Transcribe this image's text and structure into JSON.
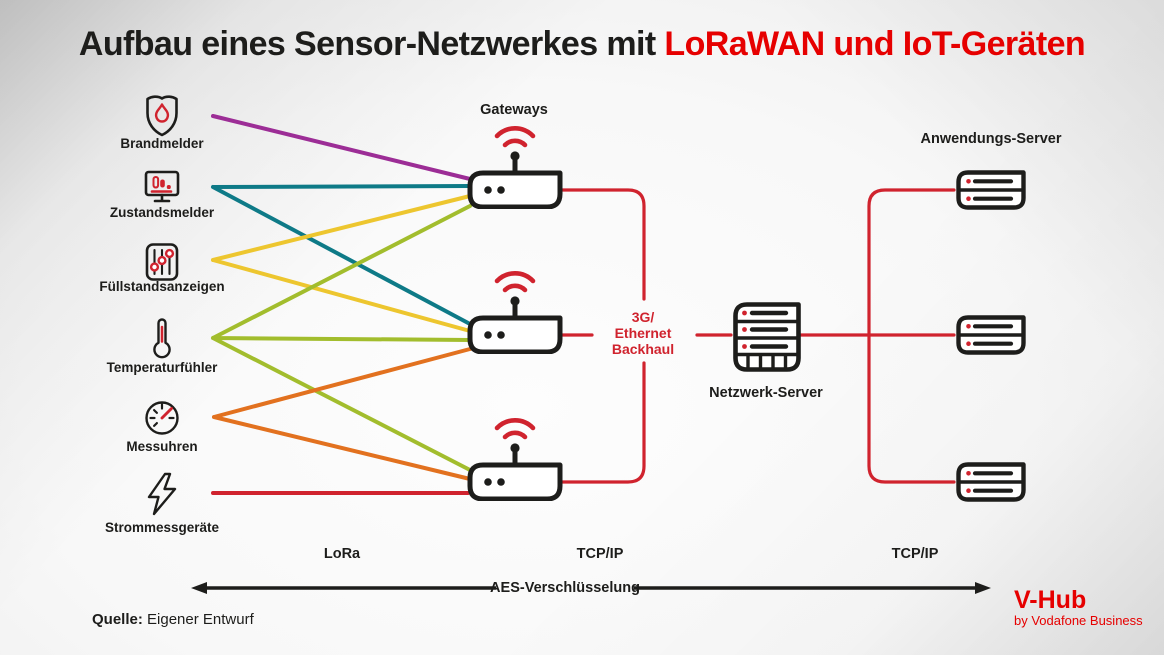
{
  "title": {
    "prefix": "Aufbau eines Sensor-Netzwerkes mit ",
    "highlight": "LoRaWAN und IoT-Geräten"
  },
  "sensors": [
    {
      "label": "Brandmelder",
      "icon": "shield-flame-icon",
      "color": "#9c2d96",
      "connects_to": [
        "gateway-1"
      ]
    },
    {
      "label": "Zustandsmelder",
      "icon": "monitor-chart-icon",
      "color": "#0e7a87",
      "connects_to": [
        "gateway-1",
        "gateway-2"
      ]
    },
    {
      "label": "Füllstandsanzeigen",
      "icon": "sliders-icon",
      "color": "#edc62f",
      "connects_to": [
        "gateway-1",
        "gateway-2"
      ]
    },
    {
      "label": "Temperaturfühler",
      "icon": "thermometer-icon",
      "color": "#a2bd2d",
      "connects_to": [
        "gateway-1",
        "gateway-2",
        "gateway-3"
      ]
    },
    {
      "label": "Messuhren",
      "icon": "gauge-icon",
      "color": "#e2711f",
      "connects_to": [
        "gateway-2",
        "gateway-3"
      ]
    },
    {
      "label": "Strommessgeräte",
      "icon": "lightning-icon",
      "color": "#d0232e",
      "connects_to": [
        "gateway-3"
      ]
    }
  ],
  "gateways": {
    "label": "Gateways",
    "count": 3,
    "icon": "wifi-router-icon"
  },
  "backhaul": {
    "line1": "3G/",
    "line2": "Ethernet",
    "line3": "Backhaul"
  },
  "network_server": {
    "label": "Netzwerk-Server",
    "icon": "server-rack-icon"
  },
  "application_servers": {
    "label": "Anwendungs-Server",
    "count": 3,
    "icon": "server-icon"
  },
  "protocols": {
    "lora": "LoRa",
    "tcpip_left": "TCP/IP",
    "tcpip_right": "TCP/IP"
  },
  "encryption_label": "AES-Verschlüsselung",
  "source": {
    "prefix": "Quelle:",
    "text": " Eigener Entwurf"
  },
  "branding": {
    "name": "V-Hub",
    "tagline": "by Vodafone Business"
  },
  "colors": {
    "accent_red": "#e60000",
    "line_red": "#d0232e",
    "icon_black": "#1d1d1b",
    "purple": "#9c2d96",
    "teal": "#0e7a87",
    "yellow": "#edc62f",
    "green": "#a2bd2d",
    "orange": "#e2711f"
  }
}
